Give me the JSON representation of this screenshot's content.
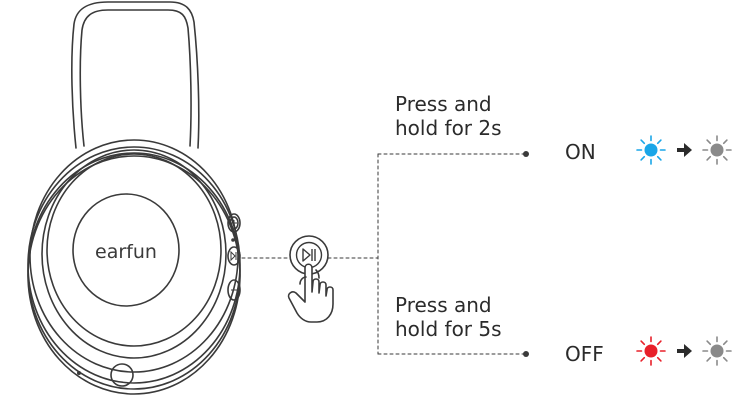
{
  "brand": {
    "logo_text": "earfun"
  },
  "instructions": [
    {
      "action_line1": "Press and",
      "action_line2": "hold for 2s",
      "state": "ON",
      "led_color": "#1aa6e8",
      "led_then_color": "#8a8a8a"
    },
    {
      "action_line1": "Press and",
      "action_line2": "hold for 5s",
      "state": "OFF",
      "led_color": "#e8202a",
      "led_then_color": "#8a8a8a"
    }
  ],
  "icons": {
    "button": "play-pause-icon",
    "hand": "pointing-hand-icon",
    "arrow": "right-arrow-icon",
    "led": "led-light-icon"
  }
}
